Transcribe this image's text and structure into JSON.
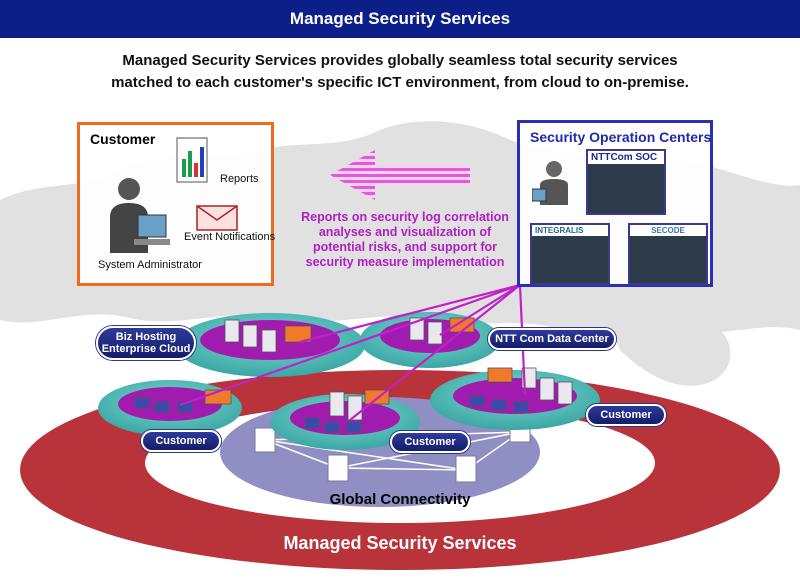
{
  "header": {
    "title": "Managed Security Services"
  },
  "intro": {
    "line1": "Managed Security Services provides globally seamless total security services",
    "line2": "matched to each customer's specific ICT environment, from cloud to on-premise."
  },
  "customer_box": {
    "title": "Customer",
    "reports_label": "Reports",
    "event_label": "Event Notifications",
    "admin_label": "System Administrator"
  },
  "soc_box": {
    "title": "Security Operation Centers",
    "logos": [
      "NTTCom SOC",
      "INTEGRALIS",
      "SECODE"
    ]
  },
  "reports_text": [
    "Reports on security log correlation",
    "analyses and visualization of",
    "potential risks, and support for",
    "security measure implementation"
  ],
  "nodes": {
    "biz_hosting_line1": "Biz Hosting",
    "biz_hosting_line2": "Enterprise Cloud",
    "data_center": "NTT Com Data Center",
    "customer_left": "Customer",
    "customer_center": "Customer",
    "customer_right": "Customer"
  },
  "global_connectivity": "Global Connectivity",
  "ring_label": "Managed Security Services",
  "colors": {
    "header_bg": "#0c1f88",
    "customer_border": "#ee6a1f",
    "soc_border": "#2b2fb5",
    "arrow_magenta": "#c020c8",
    "ring": "#b8343a",
    "teal_disc": "#5fc3c0",
    "purple_disc": "#8f8fc4"
  }
}
